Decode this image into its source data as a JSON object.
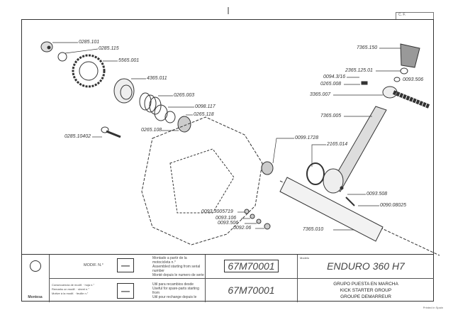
{
  "corner_box": "C. F.",
  "parts": [
    "0285.101",
    "0285.115",
    "5565.001",
    "4365.011",
    "0265.003",
    "0098.117",
    "0265.118",
    "0265.108",
    "0285.10402",
    "7365.150",
    "2365.125.01",
    "0094.3/16",
    "0093.506",
    "0265.008",
    "3365.007",
    "7365.005",
    "0099.1728",
    "2165.014",
    "0093.508",
    "0090.08025",
    "0093.3005719",
    "0093.106",
    "0093.506",
    "0092.06",
    "7365.010"
  ],
  "title_block": {
    "brand": "Montesa",
    "modif_label": "MODIF. N.°",
    "modif_value": "—",
    "mounted_from": [
      "Montado a partir de la motocicleta n.°",
      "Assembled starting from serial number",
      "Monté depuis le numero de serie"
    ],
    "serial_1": "67M70001",
    "consequence": [
      "Consecuencia de modif. · hoja n.°",
      "Remarks on modif. · sheet n.°",
      "Motive à la modif. · feuille n.°"
    ],
    "consequence_value": "—",
    "spares_from": [
      "Util para recambios desde",
      "Useful for spare-parts starting from",
      "Util pour rechange depuis le"
    ],
    "serial_2": "67M70001",
    "model_label": "Modelo",
    "model": "ENDURO 360 H7",
    "group": [
      "GRUPO PUESTA EN MARCHA",
      "KICK STARTER GROUP",
      "GROUPE DEMARREUR"
    ],
    "printed": "Printed in Spain"
  }
}
